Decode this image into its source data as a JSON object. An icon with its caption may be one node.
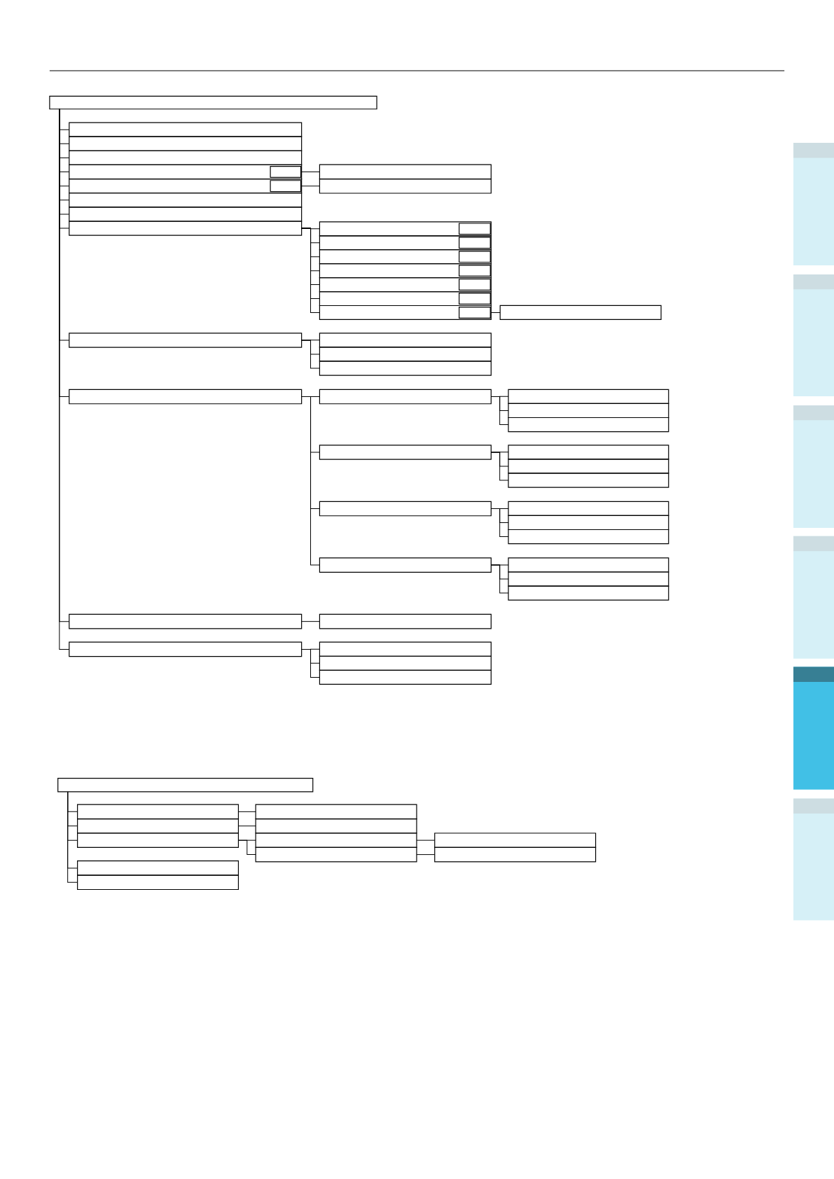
{
  "diagram": {
    "nodes": [
      {
        "text": [],
        "shape": "box"
      },
      {
        "text": [],
        "shape": "box"
      },
      {
        "text": [],
        "shape": "box"
      },
      {
        "text": [],
        "shape": "box"
      },
      {
        "text": [],
        "shape": "box"
      },
      {
        "text": [],
        "shape": "box",
        "in": 4
      },
      {
        "text": [],
        "shape": "box"
      },
      {
        "text": [],
        "shape": "box",
        "in": 6
      },
      {
        "text": [],
        "shape": "box"
      },
      {
        "text": [],
        "shape": "box"
      },
      {
        "text": [],
        "shape": "box"
      },
      {
        "text": [],
        "shape": "box"
      },
      {
        "text": [],
        "shape": "box"
      },
      {
        "text": [],
        "shape": "box"
      },
      {
        "text": [],
        "shape": "box",
        "in": 13
      },
      {
        "text": [],
        "shape": "box"
      },
      {
        "text": [],
        "shape": "box",
        "in": 15
      },
      {
        "text": [],
        "shape": "box"
      },
      {
        "text": [],
        "shape": "box",
        "in": 17
      },
      {
        "text": [],
        "shape": "box"
      },
      {
        "text": [],
        "shape": "box",
        "in": 19
      },
      {
        "text": [],
        "shape": "box"
      },
      {
        "text": [],
        "shape": "box",
        "in": 21
      },
      {
        "text": [],
        "shape": "box"
      },
      {
        "text": [],
        "shape": "box",
        "in": 23
      },
      {
        "text": [],
        "shape": "box"
      },
      {
        "text": [],
        "shape": "box",
        "in": 25
      },
      {
        "text": [],
        "shape": "box"
      },
      {
        "text": [],
        "shape": "box"
      },
      {
        "text": [],
        "shape": "box"
      },
      {
        "text": [],
        "shape": "box"
      },
      {
        "text": [],
        "shape": "box"
      },
      {
        "text": [],
        "shape": "box"
      },
      {
        "text": [],
        "shape": "box"
      },
      {
        "text": [],
        "shape": "box"
      },
      {
        "text": [],
        "shape": "box"
      },
      {
        "text": [],
        "shape": "box"
      },
      {
        "text": [],
        "shape": "box"
      },
      {
        "text": [],
        "shape": "box"
      },
      {
        "text": [],
        "shape": "box"
      },
      {
        "text": [],
        "shape": "box"
      },
      {
        "text": [],
        "shape": "box"
      },
      {
        "text": [],
        "shape": "box"
      },
      {
        "text": [],
        "shape": "box"
      },
      {
        "text": [],
        "shape": "box"
      },
      {
        "text": [],
        "shape": "box"
      },
      {
        "text": [],
        "shape": "box"
      },
      {
        "text": [],
        "shape": "box"
      },
      {
        "text": [],
        "shape": "box"
      },
      {
        "text": [],
        "shape": "box"
      },
      {
        "text": [],
        "shape": "box"
      },
      {
        "text": [],
        "shape": "box"
      },
      {
        "text": [],
        "shape": "box"
      },
      {
        "text": [],
        "shape": "box"
      },
      {
        "text": [],
        "shape": "box"
      },
      {
        "text": [],
        "shape": "box"
      },
      {
        "text": [],
        "shape": "box"
      },
      {
        "text": [],
        "shape": "box"
      },
      {
        "text": [],
        "shape": "box"
      },
      {
        "text": [],
        "shape": "box"
      },
      {
        "text": [],
        "shape": "box"
      },
      {
        "text": [],
        "shape": "box"
      },
      {
        "text": [],
        "shape": "box"
      },
      {
        "text": [],
        "shape": "box"
      },
      {
        "text": [],
        "shape": "box"
      },
      {
        "text": [],
        "shape": "box"
      },
      {
        "text": [],
        "shape": "box"
      }
    ],
    "edges": [
      {
        "from": 0,
        "to": 1,
        "arrow": "none"
      },
      {
        "from": 0,
        "to": 2,
        "arrow": "none"
      },
      {
        "from": 0,
        "to": 3,
        "arrow": "none"
      },
      {
        "from": 0,
        "to": 4,
        "arrow": "none"
      },
      {
        "from": 0,
        "to": 6,
        "arrow": "none"
      },
      {
        "from": 0,
        "to": 8,
        "arrow": "none"
      },
      {
        "from": 0,
        "to": 9,
        "arrow": "none"
      },
      {
        "from": 0,
        "to": 10,
        "arrow": "none"
      },
      {
        "from": 0,
        "to": 28,
        "arrow": "none"
      },
      {
        "from": 0,
        "to": 32,
        "arrow": "none"
      },
      {
        "from": 0,
        "to": 49,
        "arrow": "none"
      },
      {
        "from": 0,
        "to": 51,
        "arrow": "none"
      },
      {
        "from": 4,
        "to": 11,
        "arrow": "none"
      },
      {
        "from": 6,
        "to": 12,
        "arrow": "none"
      },
      {
        "from": 10,
        "to": 13,
        "arrow": "none"
      },
      {
        "from": 10,
        "to": 15,
        "arrow": "none"
      },
      {
        "from": 10,
        "to": 17,
        "arrow": "none"
      },
      {
        "from": 10,
        "to": 19,
        "arrow": "none"
      },
      {
        "from": 10,
        "to": 21,
        "arrow": "none"
      },
      {
        "from": 10,
        "to": 23,
        "arrow": "none"
      },
      {
        "from": 10,
        "to": 25,
        "arrow": "none"
      },
      {
        "from": 25,
        "to": 27,
        "arrow": "none"
      },
      {
        "from": 28,
        "to": 29,
        "arrow": "none"
      },
      {
        "from": 28,
        "to": 30,
        "arrow": "none"
      },
      {
        "from": 28,
        "to": 31,
        "arrow": "none"
      },
      {
        "from": 32,
        "to": 33,
        "arrow": "none"
      },
      {
        "from": 32,
        "to": 37,
        "arrow": "none"
      },
      {
        "from": 32,
        "to": 41,
        "arrow": "none"
      },
      {
        "from": 32,
        "to": 45,
        "arrow": "none"
      },
      {
        "from": 33,
        "to": 34,
        "arrow": "none"
      },
      {
        "from": 33,
        "to": 35,
        "arrow": "none"
      },
      {
        "from": 33,
        "to": 36,
        "arrow": "none"
      },
      {
        "from": 37,
        "to": 38,
        "arrow": "none"
      },
      {
        "from": 37,
        "to": 39,
        "arrow": "none"
      },
      {
        "from": 37,
        "to": 40,
        "arrow": "none"
      },
      {
        "from": 41,
        "to": 42,
        "arrow": "none"
      },
      {
        "from": 41,
        "to": 43,
        "arrow": "none"
      },
      {
        "from": 41,
        "to": 44,
        "arrow": "none"
      },
      {
        "from": 45,
        "to": 46,
        "arrow": "none"
      },
      {
        "from": 45,
        "to": 47,
        "arrow": "none"
      },
      {
        "from": 45,
        "to": 48,
        "arrow": "none"
      },
      {
        "from": 49,
        "to": 50,
        "arrow": "none"
      },
      {
        "from": 51,
        "to": 52,
        "arrow": "none"
      },
      {
        "from": 51,
        "to": 53,
        "arrow": "none"
      },
      {
        "from": 51,
        "to": 54,
        "arrow": "none"
      },
      {
        "from": 55,
        "to": 56,
        "arrow": "none"
      },
      {
        "from": 55,
        "to": 57,
        "arrow": "none"
      },
      {
        "from": 55,
        "to": 58,
        "arrow": "none"
      },
      {
        "from": 55,
        "to": 59,
        "arrow": "none"
      },
      {
        "from": 55,
        "to": 60,
        "arrow": "none"
      },
      {
        "from": 56,
        "to": 61,
        "arrow": "none"
      },
      {
        "from": 57,
        "to": 62,
        "arrow": "none"
      },
      {
        "from": 58,
        "to": 63,
        "arrow": "none"
      },
      {
        "from": 58,
        "to": 64,
        "arrow": "none"
      },
      {
        "from": 63,
        "to": 65,
        "arrow": "none"
      },
      {
        "from": 64,
        "to": 66,
        "arrow": "none"
      }
    ]
  }
}
